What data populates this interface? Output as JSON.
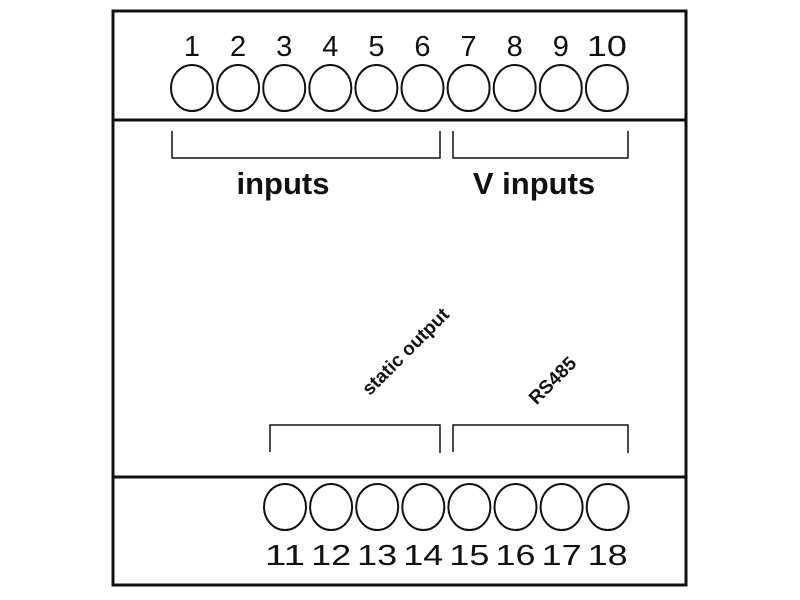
{
  "top_terminals": [
    "1",
    "2",
    "3",
    "4",
    "5",
    "6",
    "7",
    "8",
    "9",
    "10"
  ],
  "bottom_terminals": [
    "11",
    "12",
    "13",
    "14",
    "15",
    "16",
    "17",
    "18"
  ],
  "labels": {
    "inputs": "inputs",
    "v_inputs": "V inputs",
    "static_output": "static output",
    "rs485": "RS485"
  }
}
